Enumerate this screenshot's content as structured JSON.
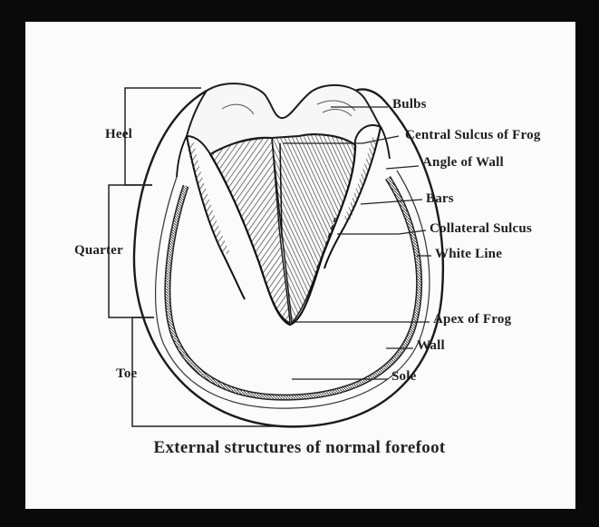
{
  "diagram": {
    "caption": "External structures of normal forefoot",
    "regions": {
      "heel": "Heel",
      "quarter": "Quarter",
      "toe": "Toe"
    },
    "structures": {
      "bulbs": "Bulbs",
      "central_sulcus": "Central Sulcus of Frog",
      "angle_of_wall": "Angle of Wall",
      "bars": "Bars",
      "collateral_sulcus": "Collateral Sulcus",
      "white_line": "White Line",
      "apex_of_frog": "Apex of Frog",
      "wall": "Wall",
      "sole": "Sole"
    }
  },
  "colors": {
    "border": "#0a0a0a",
    "background": "#fbfbfb",
    "ink": "#1e1e1e"
  }
}
